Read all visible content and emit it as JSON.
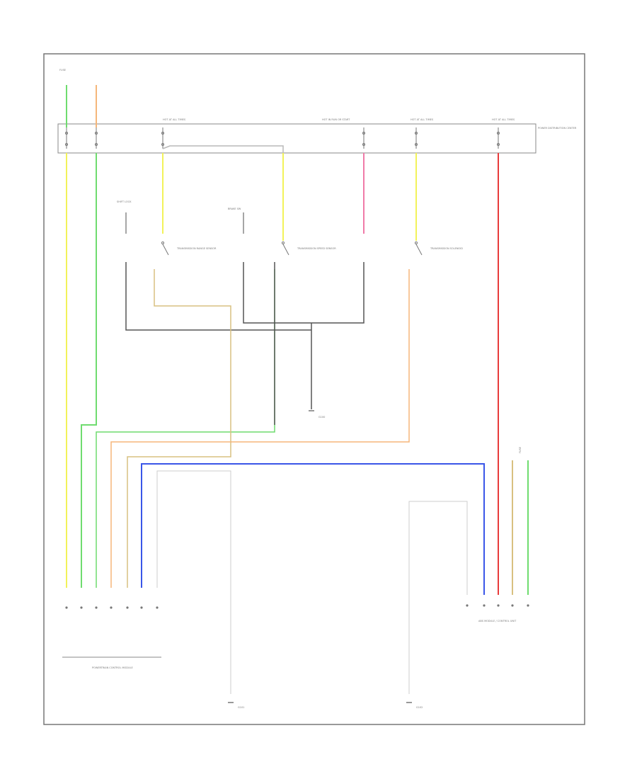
{
  "labels": {
    "hot_at_all_times_1": "HOT AT ALL TIMES",
    "hot_in_run_start": "HOT IN RUN OR START",
    "hot_at_all_times_2": "HOT AT ALL TIMES",
    "hot_at_all_times_3": "HOT AT ALL TIMES",
    "power_distribution_center": "POWER DISTRIBUTION CENTER",
    "fuse_left": "FUSE",
    "fuse_right": "FUSE",
    "pcm_module": "POWERTRAIN CONTROL MODULE",
    "abs_module": "ABS MODULE / CONTROL UNIT",
    "ground_center": "G100",
    "ground_pcm": "G101",
    "ground_abs": "G102",
    "switch_1": "TRANSMISSION RANGE SENSOR",
    "switch_2": "TRANSMISSION SPEED SENSOR",
    "switch_3": "TRANSMISSION SOLENOID",
    "component_a": "SHIFT LOCK",
    "component_b": "BRAKE SW"
  },
  "colors": {
    "yellow": "#f2f25a",
    "green": "#6fdc6f",
    "orange": "#f5b67a",
    "blue": "#3a56e8",
    "pink": "#f07aa8",
    "red": "#e83a3a",
    "tan": "#d8c080",
    "black": "#555555",
    "gray": "#b8b8b8",
    "frame": "#777777"
  }
}
